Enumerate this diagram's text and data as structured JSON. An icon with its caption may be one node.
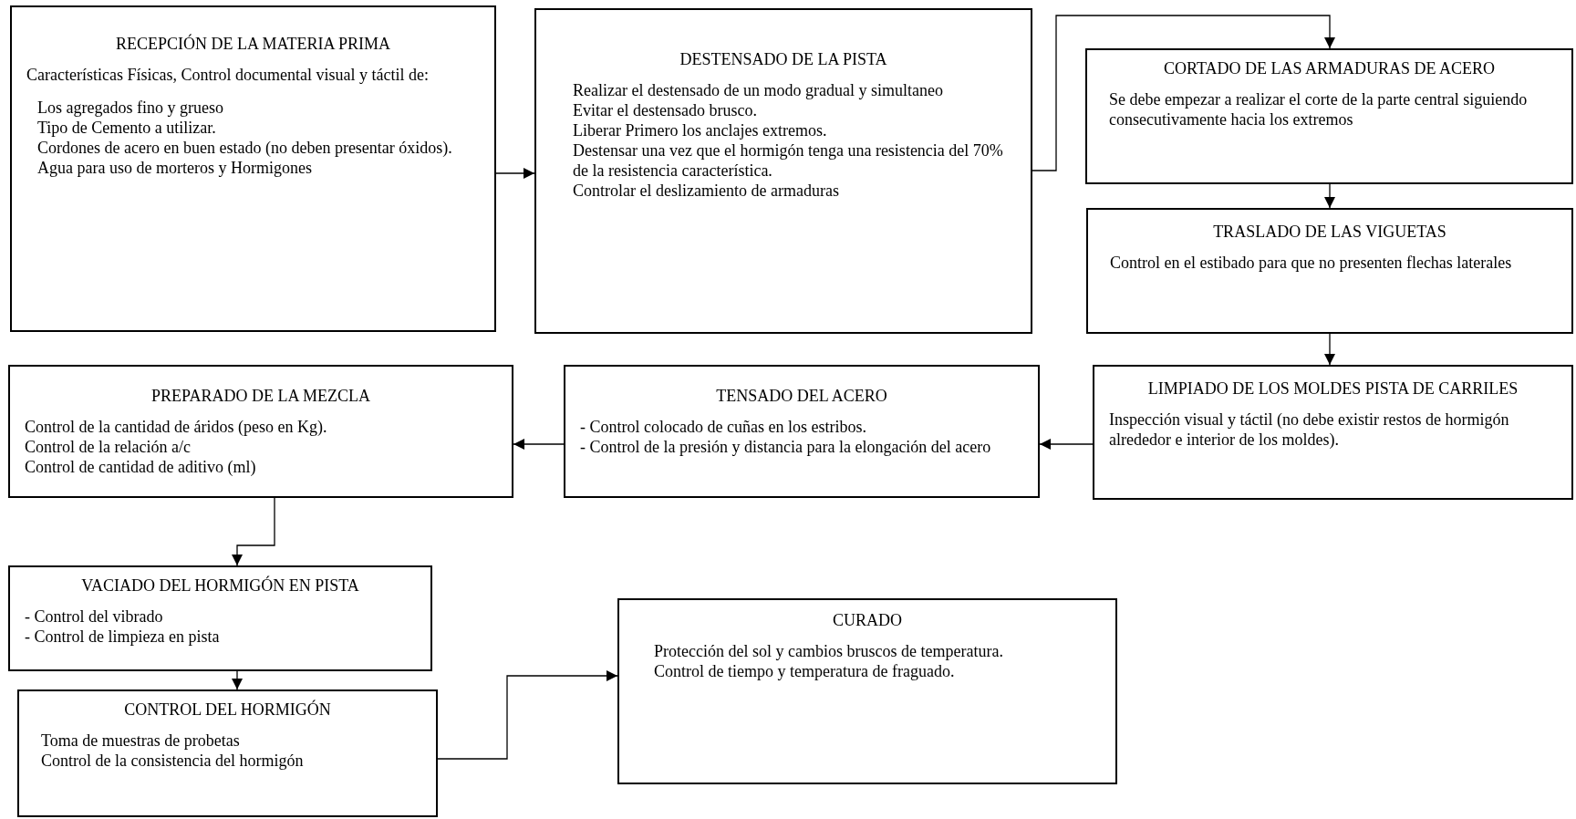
{
  "diagram": {
    "nodes": [
      {
        "text": [
          "RECEPCIÓN DE LA MATERIA PRIMA",
          "Características Físicas, Control documental visual y táctil de:",
          "Los agregados fino y grueso",
          "Tipo de Cemento a utilizar.",
          "Cordones de acero en buen estado (no deben presentar óxidos).",
          "Agua para uso de morteros y Hormigones"
        ]
      },
      {
        "text": [
          "DESTENSADO DE LA PISTA",
          "Realizar el destensado de un modo gradual y simultaneo",
          "Evitar el destensado brusco.",
          "Liberar Primero los anclajes extremos.",
          "Destensar una vez que el hormigón tenga una resistencia del 70% de la resistencia característica.",
          "Controlar el deslizamiento de armaduras"
        ]
      },
      {
        "text": [
          "CORTADO DE LAS ARMADURAS DE ACERO",
          "Se debe empezar a realizar el corte de la parte central siguiendo consecutivamente hacia los extremos"
        ]
      },
      {
        "text": [
          "TRASLADO DE LAS VIGUETAS",
          "Control en el estibado para que no presenten flechas laterales"
        ]
      },
      {
        "text": [
          "LIMPIADO DE LOS MOLDES PISTA DE CARRILES",
          "Inspección visual y táctil (no debe existir restos de hormigón alrededor e interior de los moldes)."
        ]
      },
      {
        "text": [
          "TENSADO DEL ACERO",
          "- Control colocado de cuñas en los estribos.",
          "- Control de la presión y distancia para la elongación del acero"
        ]
      },
      {
        "text": [
          "PREPARADO DE LA MEZCLA",
          "Control de la cantidad de áridos (peso en Kg).",
          "Control de la relación a/c",
          "Control de cantidad de aditivo (ml)"
        ]
      },
      {
        "text": [
          "VACIADO DEL HORMIGÓN EN PISTA",
          "- Control del vibrado",
          "- Control de limpieza en pista"
        ]
      },
      {
        "text": [
          "CONTROL DEL HORMIGÓN",
          "Toma de muestras de probetas",
          "Control de la consistencia del hormigón"
        ]
      },
      {
        "text": [
          "CURADO",
          "Protección del sol y cambios bruscos de temperatura.",
          "Control de tiempo y temperatura de fraguado."
        ]
      }
    ],
    "edges": [
      {
        "from": 0,
        "to": 1,
        "arrow": "to"
      },
      {
        "from": 1,
        "to": 2,
        "arrow": "to"
      },
      {
        "from": 2,
        "to": 3,
        "arrow": "to"
      },
      {
        "from": 3,
        "to": 4,
        "arrow": "to"
      },
      {
        "from": 4,
        "to": 5,
        "arrow": "to"
      },
      {
        "from": 5,
        "to": 6,
        "arrow": "to"
      },
      {
        "from": 6,
        "to": 7,
        "arrow": "to"
      },
      {
        "from": 7,
        "to": 8,
        "arrow": "to"
      },
      {
        "from": 8,
        "to": 9,
        "arrow": "to"
      }
    ]
  }
}
